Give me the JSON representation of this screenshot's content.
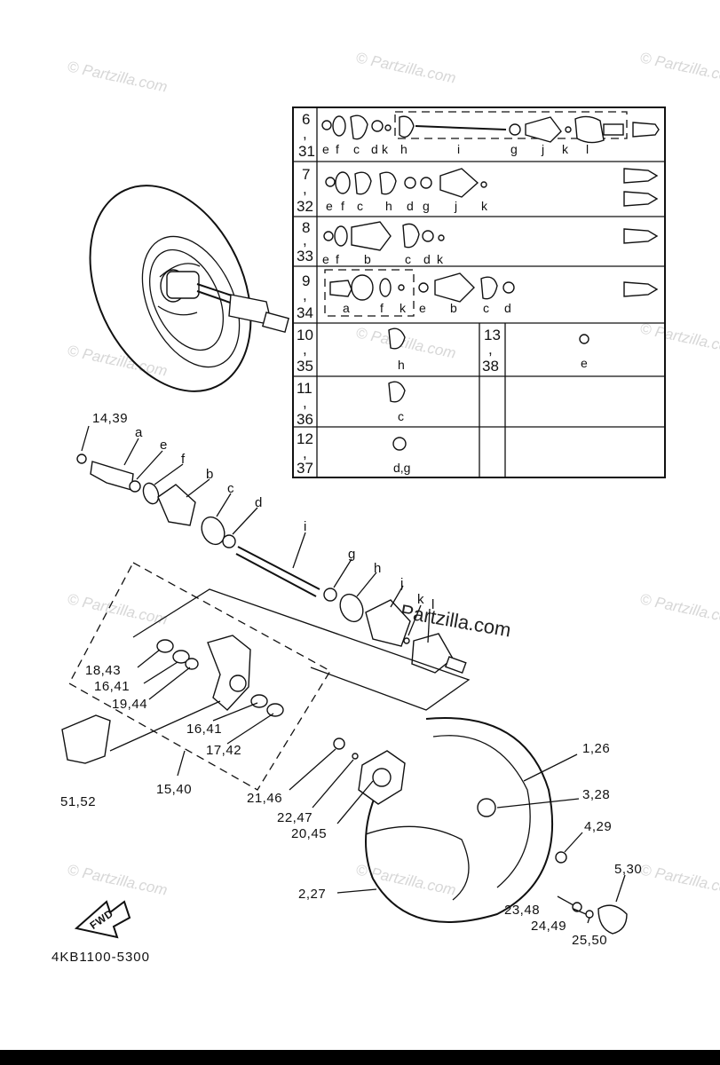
{
  "diagram": {
    "part_code": "4KB1100-5300",
    "fwd_label": "FWD",
    "watermark_text": "© Partzilla.com",
    "callouts": {
      "c1": "14,39",
      "c2": "a",
      "c3": "e",
      "c4": "f",
      "c5": "b",
      "c6": "c",
      "c7": "d",
      "c8": "i",
      "c9": "g",
      "c10": "h",
      "c11": "j",
      "c12": "k",
      "c13": "l",
      "c14": "18,43",
      "c15": "16,41",
      "c16": "19,44",
      "c17": "16,41",
      "c18": "17,42",
      "c19": "51,52",
      "c20": "15,40",
      "c21": "21,46",
      "c22": "22,47",
      "c23": "20,45",
      "c24": "1,26",
      "c25": "3,28",
      "c26": "4,29",
      "c27": "5,30",
      "c28": "2,27",
      "c29": "23,48",
      "c30": "24,49",
      "c31": "25,50"
    }
  },
  "table": {
    "rows": [
      {
        "num_top": "6",
        "num_bot": "31",
        "letters": [
          "e",
          "f",
          "c",
          "d",
          "k",
          "h",
          "i",
          "g",
          "j",
          "k",
          "l"
        ]
      },
      {
        "num_top": "7",
        "num_bot": "32",
        "letters": [
          "e",
          "f",
          "c",
          "h",
          "d",
          "g",
          "j",
          "k"
        ]
      },
      {
        "num_top": "8",
        "num_bot": "33",
        "letters": [
          "e",
          "f",
          "b",
          "c",
          "d",
          "k"
        ]
      },
      {
        "num_top": "9",
        "num_bot": "34",
        "letters": [
          "a",
          "f",
          "k",
          "e",
          "b",
          "c",
          "d"
        ]
      },
      {
        "num_top": "10",
        "num_bot": "35",
        "letters": [
          "h"
        ]
      },
      {
        "num_top": "11",
        "num_bot": "36",
        "letters": [
          "c"
        ]
      },
      {
        "num_top": "12",
        "num_bot": "37",
        "letters": [
          "d,g"
        ]
      },
      {
        "num_top": "13",
        "num_bot": "38",
        "letters": [
          "e"
        ]
      }
    ]
  }
}
